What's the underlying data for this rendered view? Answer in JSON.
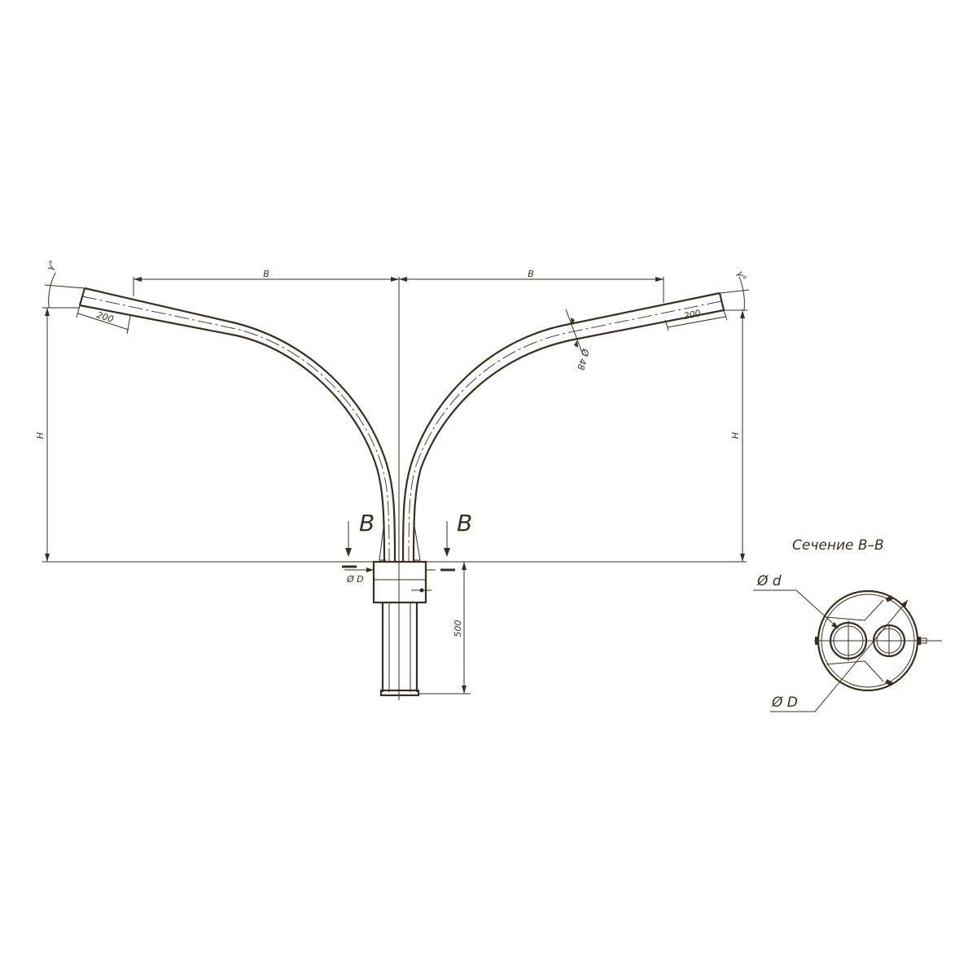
{
  "labels": {
    "dim_b": "B",
    "dim_h": "H",
    "dim_200": "200",
    "dim_500": "500",
    "angle": "γ°",
    "pipe_diam": "Ø 48",
    "section_mark": "B",
    "base_diam": "Ø D",
    "section_title": "Сечение B–B",
    "section_d": "Ø d",
    "section_D": "Ø D"
  },
  "colors": {
    "line": "#3a2f1e",
    "background": "#ffffff"
  }
}
